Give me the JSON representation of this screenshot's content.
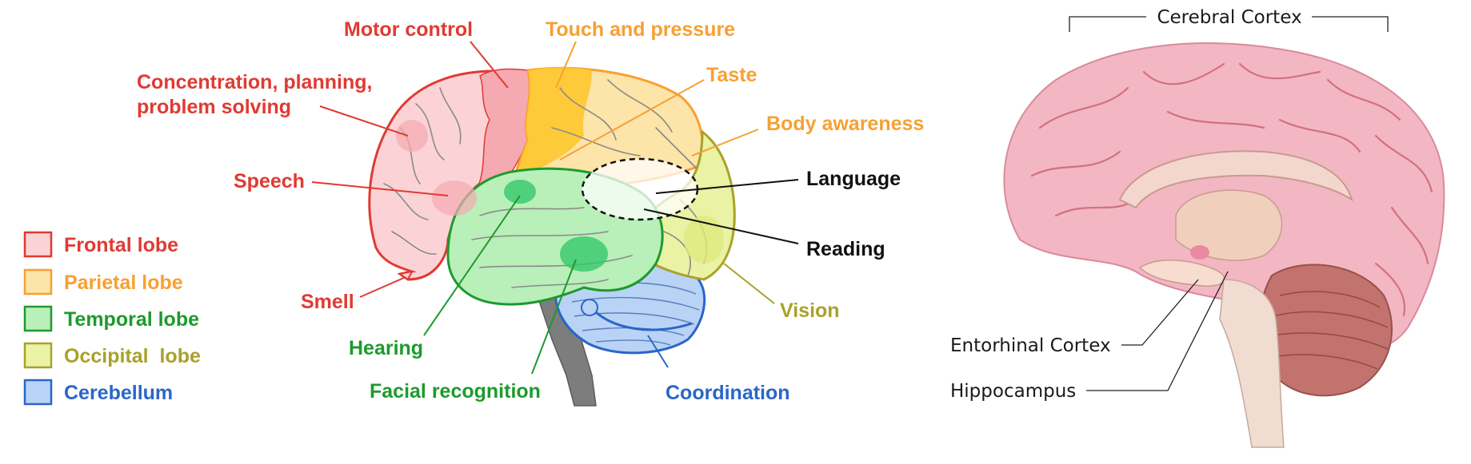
{
  "legend": [
    {
      "label": "Frontal lobe",
      "fill": "#fbd3d6",
      "stroke": "#e03a32"
    },
    {
      "label": "Parietal lobe",
      "fill": "#fde4a8",
      "stroke": "#f7a032"
    },
    {
      "label": "Temporal lobe",
      "fill": "#b9efb9",
      "stroke": "#1d9a2d"
    },
    {
      "label": "Occipital  lobe",
      "fill": "#eaf2a4",
      "stroke": "#a8a22a"
    },
    {
      "label": "Cerebellum",
      "fill": "#b9d3f7",
      "stroke": "#2a66c8"
    }
  ],
  "function_labels": {
    "motor_control": "Motor control",
    "touch_pressure": "Touch and pressure",
    "concentration_1": "Concentration, planning,",
    "concentration_2": "problem solving",
    "taste": "Taste",
    "body_awareness": "Body awareness",
    "speech": "Speech",
    "language": "Language",
    "reading": "Reading",
    "smell": "Smell",
    "vision": "Vision",
    "hearing": "Hearing",
    "facial_recognition": "Facial recognition",
    "coordination": "Coordination"
  },
  "colors": {
    "frontal": "#e03a32",
    "parietal": "#f7a032",
    "temporal": "#1d9a2d",
    "occipital": "#a8a22a",
    "cerebellum": "#2a66c8",
    "neutral": "#111111"
  },
  "anatomy_labels": {
    "cerebral_cortex": "Cerebral Cortex",
    "entorhinal_cortex": "Entorhinal Cortex",
    "hippocampus": "Hippocampus"
  }
}
